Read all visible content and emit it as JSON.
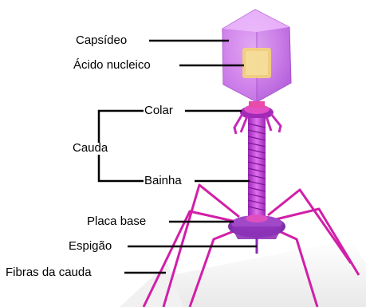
{
  "labels": {
    "capsid": "Capsídeo",
    "nucleic_acid": "Ácido nucleico",
    "collar": "Colar",
    "tail": "Cauda",
    "sheath": "Bainha",
    "base_plate": "Placa base",
    "spike": "Espigão",
    "tail_fibers": "Fibras da cauda"
  },
  "colors": {
    "capsid": "#d98cf0",
    "capsid_dark": "#b455dc",
    "nucleic_acid": "#f2d27a",
    "tail": "#c23cd0",
    "fibers": "#d11fa8",
    "leader_lines": "#000000"
  }
}
